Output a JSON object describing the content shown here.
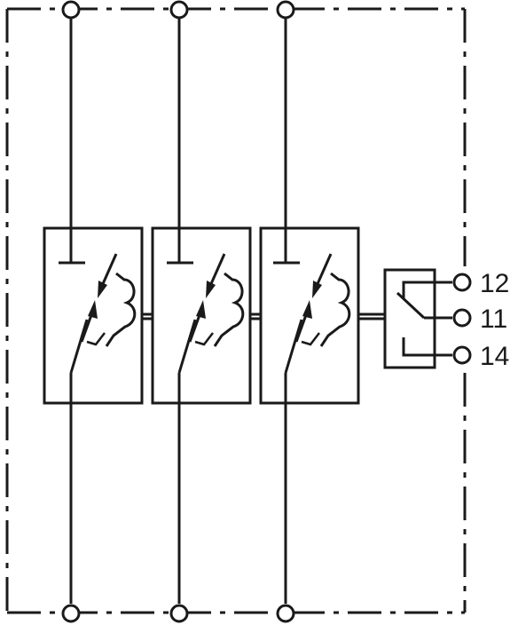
{
  "diagram": {
    "kind": "surge-protective-device-schematic",
    "modules": [
      {
        "name": "protection-module-1"
      },
      {
        "name": "protection-module-2"
      },
      {
        "name": "protection-module-3"
      }
    ],
    "remote_contact": {
      "terminals": [
        "12",
        "11",
        "14"
      ]
    },
    "line_color": "#1a1a1a",
    "background": "#ffffff"
  }
}
